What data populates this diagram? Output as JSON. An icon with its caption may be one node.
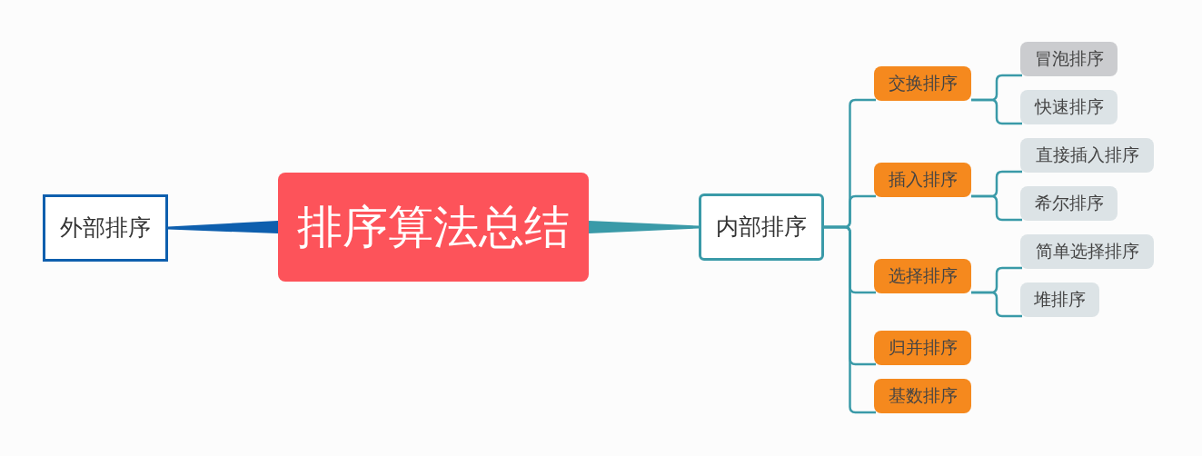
{
  "diagram": {
    "nodes": [
      {
        "text": [
          "排序算法总结"
        ]
      },
      {
        "text": [
          "外部排序"
        ]
      },
      {
        "text": [
          "内部排序"
        ]
      },
      {
        "text": [
          "交换排序"
        ]
      },
      {
        "text": [
          "冒泡排序"
        ]
      },
      {
        "text": [
          "快速排序"
        ]
      },
      {
        "text": [
          "插入排序"
        ]
      },
      {
        "text": [
          "直接插入排序"
        ]
      },
      {
        "text": [
          "希尔排序"
        ]
      },
      {
        "text": [
          "选择排序"
        ]
      },
      {
        "text": [
          "简单选择排序"
        ]
      },
      {
        "text": [
          "堆排序"
        ]
      },
      {
        "text": [
          "归并排序"
        ]
      },
      {
        "text": [
          "基数排序"
        ]
      }
    ],
    "edges": [
      {
        "from": 0,
        "to": 1,
        "arrow": "none",
        "style": "thick",
        "color": "#0e5fae"
      },
      {
        "from": 0,
        "to": 2,
        "arrow": "none",
        "style": "thick"
      },
      {
        "from": 2,
        "to": 3,
        "arrow": "none"
      },
      {
        "from": 3,
        "to": 4,
        "arrow": "none"
      },
      {
        "from": 3,
        "to": 5,
        "arrow": "none"
      },
      {
        "from": 2,
        "to": 6,
        "arrow": "none"
      },
      {
        "from": 6,
        "to": 7,
        "arrow": "none"
      },
      {
        "from": 6,
        "to": 8,
        "arrow": "none"
      },
      {
        "from": 2,
        "to": 9,
        "arrow": "none"
      },
      {
        "from": 9,
        "to": 10,
        "arrow": "none"
      },
      {
        "from": 9,
        "to": 11,
        "arrow": "none"
      },
      {
        "from": 2,
        "to": 12,
        "arrow": "none"
      },
      {
        "from": 2,
        "to": 13,
        "arrow": "none"
      }
    ]
  }
}
